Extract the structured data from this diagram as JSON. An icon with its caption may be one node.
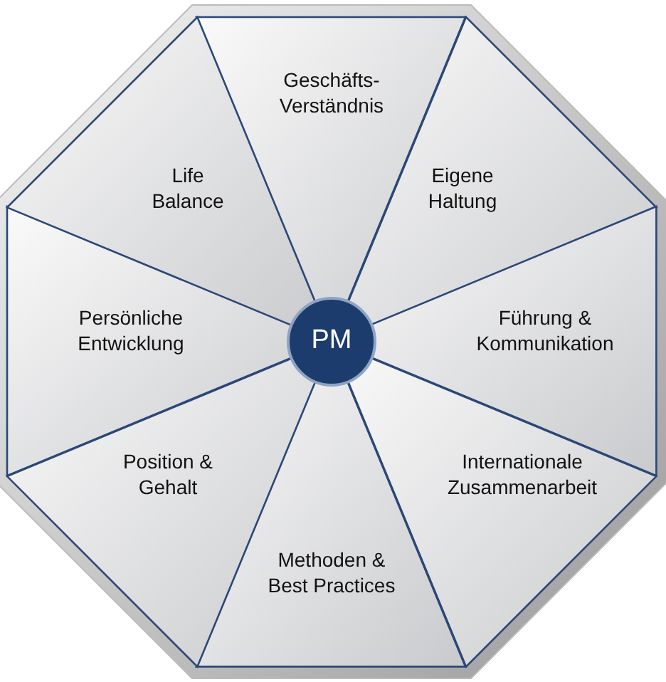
{
  "diagram": {
    "nodes": [
      {
        "text": [
          "Geschäfts- Verständnis"
        ]
      },
      {
        "text": [
          "Eigene Haltung"
        ]
      },
      {
        "text": [
          "Führung & Kommunikation"
        ]
      },
      {
        "text": [
          "Internationale Zusammenarbeit"
        ]
      },
      {
        "text": [
          "Methoden & Best Practices"
        ]
      },
      {
        "text": [
          "Position & Gehalt"
        ]
      },
      {
        "text": [
          "Persönliche Entwicklung"
        ]
      },
      {
        "text": [
          "Life Balance"
        ]
      },
      {
        "text": [
          "PM"
        ]
      }
    ]
  }
}
